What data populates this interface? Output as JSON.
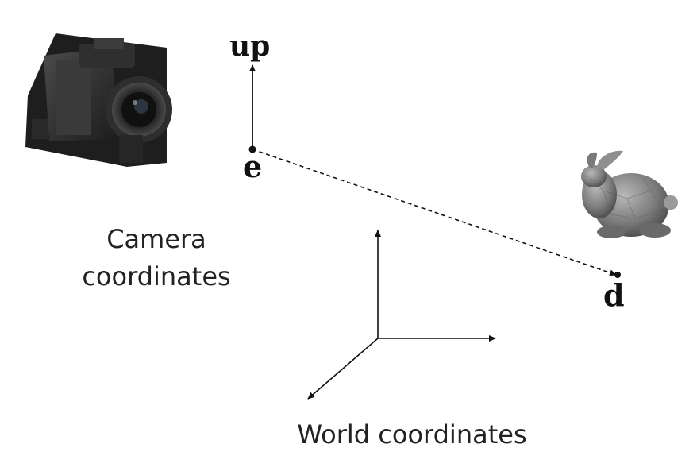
{
  "diagram": {
    "labels": {
      "up": "up",
      "e": "e",
      "d": "d",
      "camera_line1": "Camera",
      "camera_line2": "coordinates",
      "world": "World coordinates"
    },
    "images": {
      "camera": "camera-photo",
      "bunny": "stanford-bunny-model"
    },
    "colors": {
      "ink": "#111111",
      "text": "#222222",
      "camera_body": "#2a2a2a",
      "bunny_fill": "#8a8a8a"
    }
  }
}
